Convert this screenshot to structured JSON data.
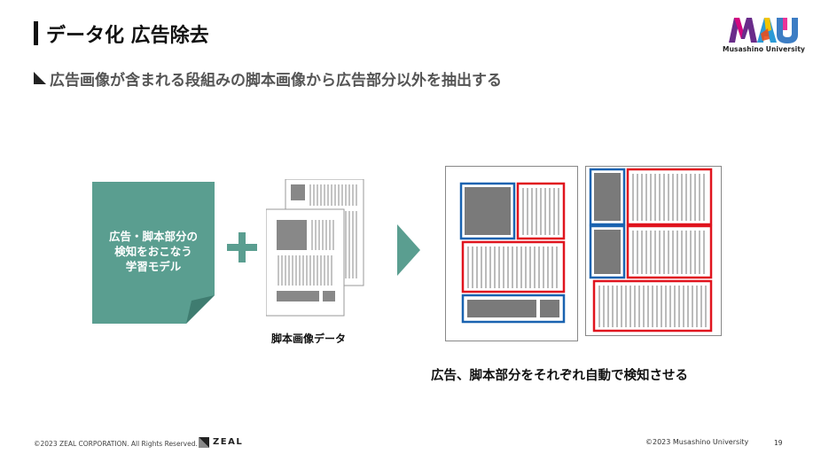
{
  "slide": {
    "title": "データ化 広告除去",
    "subtitle": "広告画像が含まれる段組みの脚本画像から広告部分以外を抽出する",
    "model_label_lines": [
      "広告・脚本部分の",
      "検知をおこなう",
      "学習モデル"
    ],
    "doc_label": "脚本画像データ",
    "result_text": "広告、脚本部分をそれぞれ自動で検知させる"
  },
  "logo": {
    "brand": "MAU",
    "name": "Musashino University"
  },
  "footer": {
    "copyright": "©2023 ZEAL CORPORATION. All Rights Reserved.",
    "logo_text": "ZEAL",
    "right": "©2023 Musashino University",
    "page": "19"
  },
  "colors": {
    "teal": "#5a9e90",
    "teal_dark": "#3f7c70",
    "box_red": "#e0141e",
    "box_blue": "#1a63b0",
    "gray_fill": "#7a7a7a"
  }
}
